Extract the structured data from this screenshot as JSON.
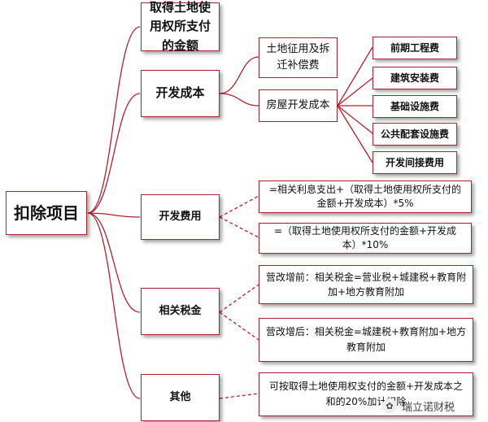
{
  "root": {
    "label": "扣除项目"
  },
  "branches": [
    {
      "label": "取得土地使用权所支付的金额"
    },
    {
      "label": "开发成本",
      "children": [
        {
          "label": "土地征用及拆迁补偿费"
        },
        {
          "label": "房屋开发成本",
          "children": [
            {
              "label": "前期工程费"
            },
            {
              "label": "建筑安装费"
            },
            {
              "label": "基础设施费"
            },
            {
              "label": "公共配套设施费"
            },
            {
              "label": "开发间接费用"
            }
          ]
        }
      ]
    },
    {
      "label": "开发费用",
      "children": [
        {
          "label": "=相关利息支出+（取得土地使用权所支付的金额+开发成本）*5%"
        },
        {
          "label": "=（取得土地使用权所支付的金额+开发成本）*10%"
        }
      ]
    },
    {
      "label": "相关税金",
      "children": [
        {
          "label": "营改增前：相关税金=营业税+城建税+教育附加+地方教育附加"
        },
        {
          "label": "营改增后：相关税金=城建税+教育附加+地方教育附加"
        }
      ]
    },
    {
      "label": "其他",
      "children": [
        {
          "label": "可按取得土地使用权支付的金额+开发成本之和的20%加计扣除"
        }
      ]
    }
  ],
  "watermark": {
    "text": "瑞立诺财税"
  },
  "colors": {
    "line": "#b4202e",
    "border": "#b4202e"
  }
}
